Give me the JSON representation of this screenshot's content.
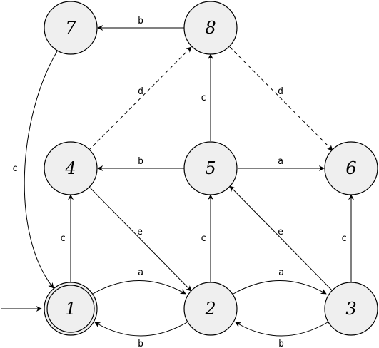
{
  "nodes": [
    {
      "id": "n1",
      "label": "1",
      "accepting": true,
      "initial": true
    },
    {
      "id": "n2",
      "label": "2"
    },
    {
      "id": "n3",
      "label": "3"
    },
    {
      "id": "n4",
      "label": "4"
    },
    {
      "id": "n5",
      "label": "5"
    },
    {
      "id": "n6",
      "label": "6"
    },
    {
      "id": "n7",
      "label": "7"
    },
    {
      "id": "n8",
      "label": "8"
    }
  ],
  "edges": [
    {
      "id": "e-1-2",
      "from": "1",
      "to": "2",
      "label": "a",
      "style": "solid"
    },
    {
      "id": "e-2-1",
      "from": "2",
      "to": "1",
      "label": "b",
      "style": "solid"
    },
    {
      "id": "e-2-3",
      "from": "2",
      "to": "3",
      "label": "a",
      "style": "solid"
    },
    {
      "id": "e-3-2",
      "from": "3",
      "to": "2",
      "label": "b",
      "style": "solid"
    },
    {
      "id": "e-1-4",
      "from": "1",
      "to": "4",
      "label": "c",
      "style": "solid"
    },
    {
      "id": "e-2-5",
      "from": "2",
      "to": "5",
      "label": "c",
      "style": "solid"
    },
    {
      "id": "e-3-6",
      "from": "3",
      "to": "6",
      "label": "c",
      "style": "solid"
    },
    {
      "id": "e-4-2",
      "from": "4",
      "to": "2",
      "label": "e",
      "style": "solid"
    },
    {
      "id": "e-3-5",
      "from": "3",
      "to": "5",
      "label": "e",
      "style": "solid"
    },
    {
      "id": "e-5-4",
      "from": "5",
      "to": "4",
      "label": "b",
      "style": "solid"
    },
    {
      "id": "e-5-6",
      "from": "5",
      "to": "6",
      "label": "a",
      "style": "solid"
    },
    {
      "id": "e-5-8",
      "from": "5",
      "to": "8",
      "label": "c",
      "style": "solid"
    },
    {
      "id": "e-4-8",
      "from": "4",
      "to": "8",
      "label": "d",
      "style": "dashed"
    },
    {
      "id": "e-8-6",
      "from": "8",
      "to": "6",
      "label": "d",
      "style": "dashed"
    },
    {
      "id": "e-8-7",
      "from": "8",
      "to": "7",
      "label": "b",
      "style": "solid"
    },
    {
      "id": "e-7-1",
      "from": "7",
      "to": "1",
      "label": "c",
      "style": "solid"
    }
  ],
  "colors": {
    "node_fill": "#efefef",
    "stroke": "#000000",
    "background": "#ffffff"
  }
}
